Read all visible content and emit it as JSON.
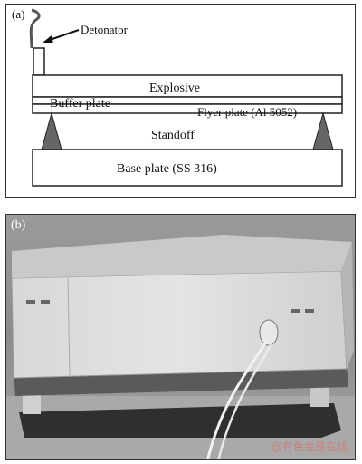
{
  "panel_a": {
    "letter": "(a)",
    "labels": {
      "detonator": "Detonator",
      "explosive": "Explosive",
      "buffer": "Buffer plate",
      "flyer": "Flyer plate (Al 5052)",
      "standoff": "Standoff",
      "base": "Base plate (SS 316)"
    }
  },
  "panel_b": {
    "letter": "(b)",
    "watermark": "@有色金属在线"
  }
}
